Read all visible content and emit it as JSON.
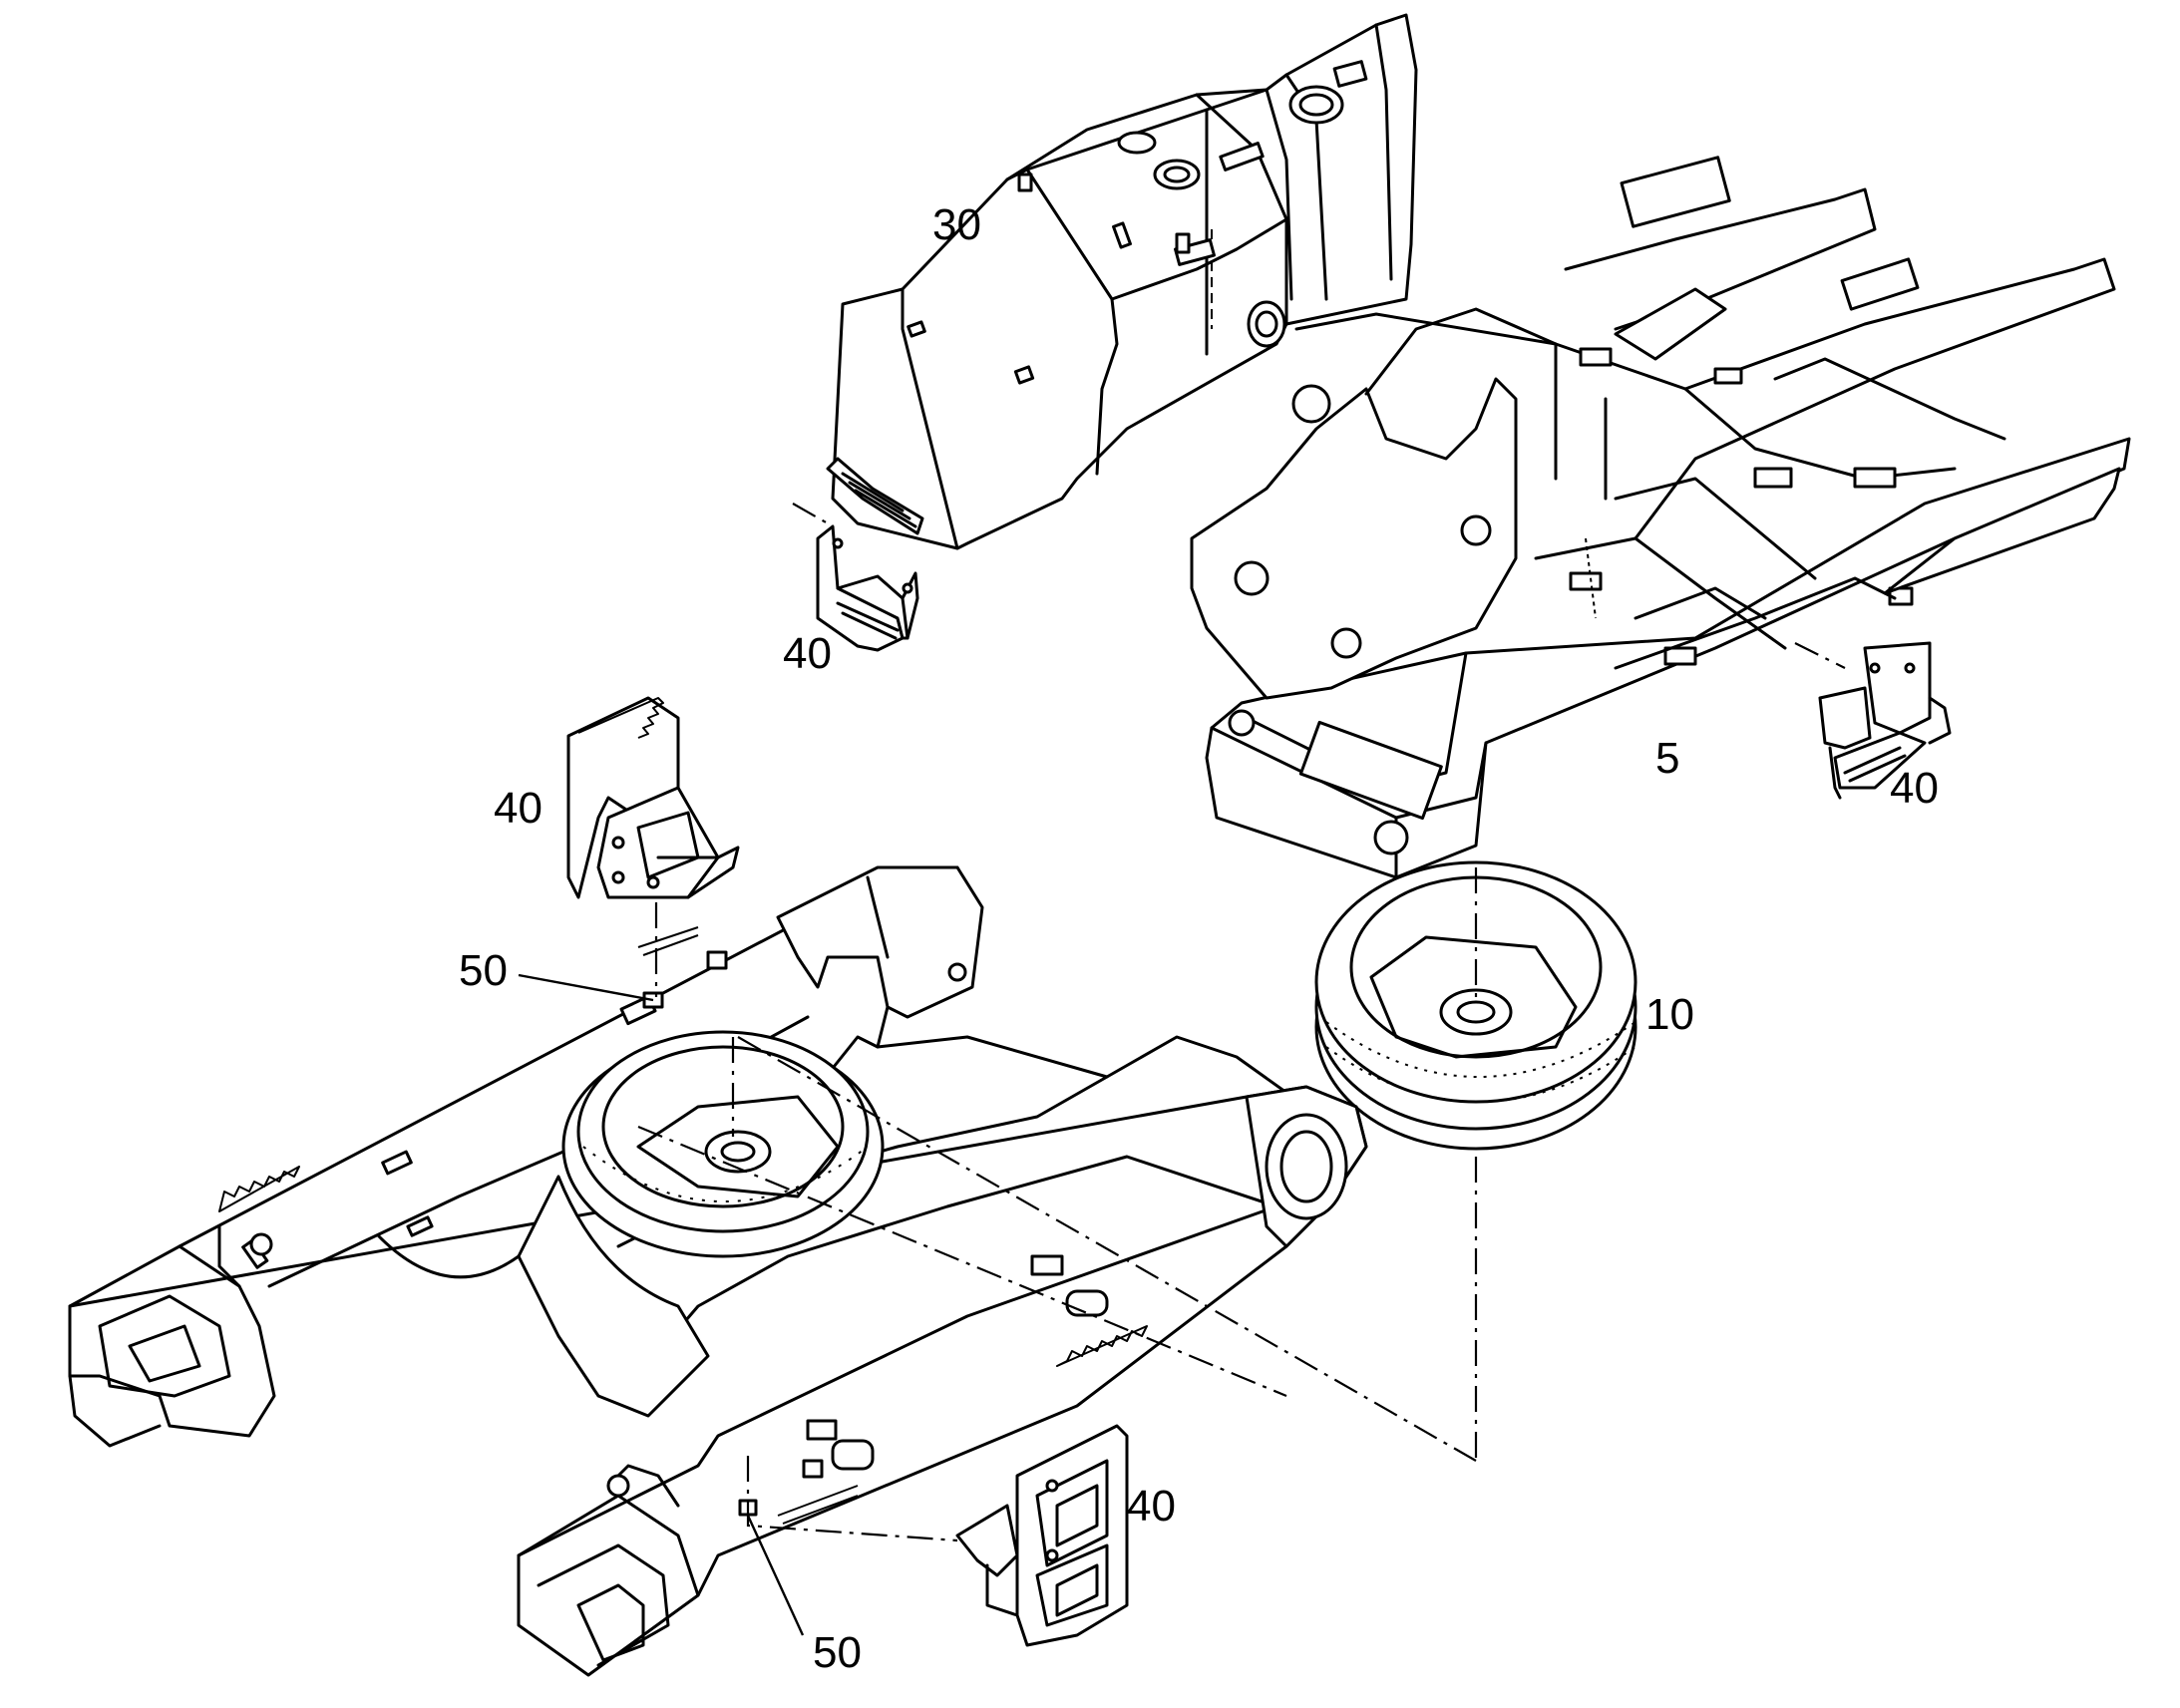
{
  "callouts": {
    "upper_frame": "5",
    "slewing_ring": "10",
    "counterweight_body": "30",
    "step_top_left": "40",
    "step_mid_left": "40",
    "step_right": "40",
    "step_bottom": "40",
    "pad_upper": "50",
    "pad_lower": "50"
  },
  "colors": {
    "line": "#000000",
    "background": "#ffffff"
  }
}
